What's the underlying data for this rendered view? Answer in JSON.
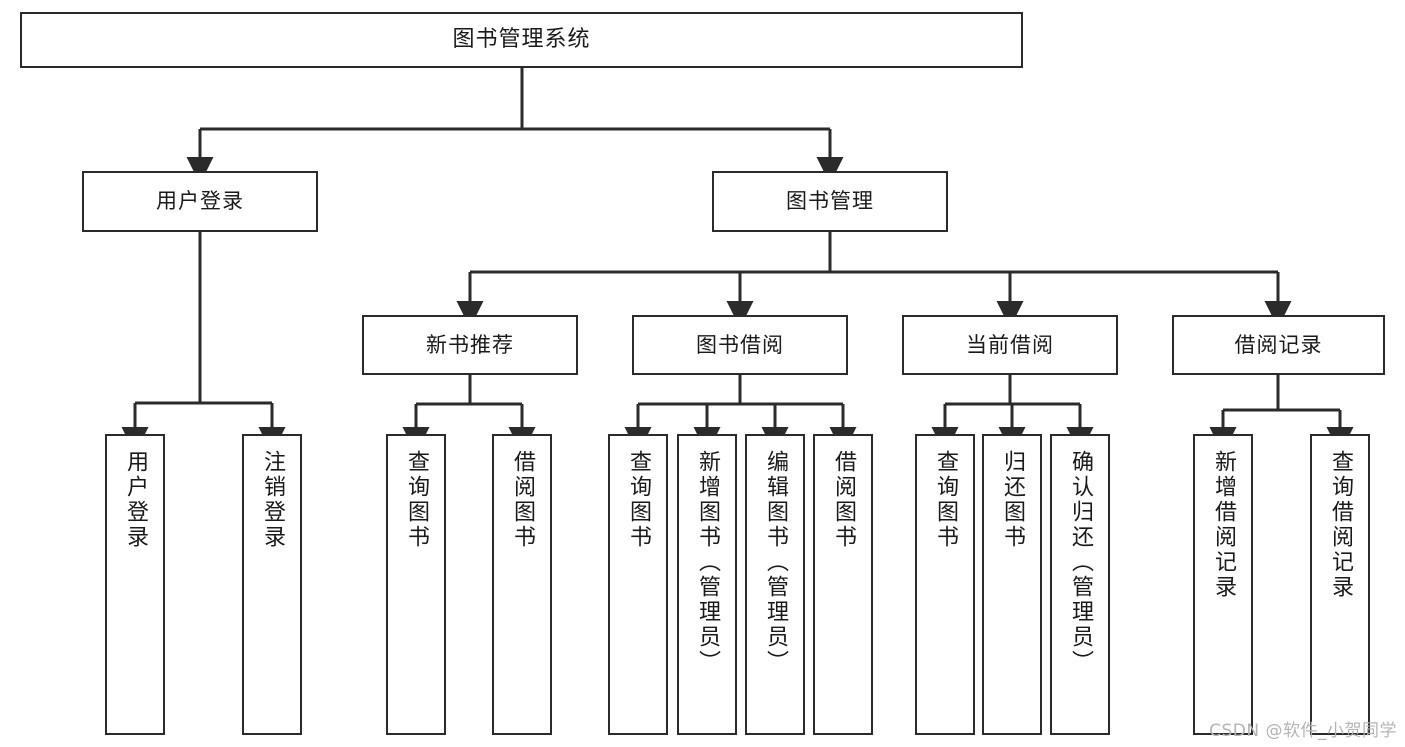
{
  "diagram": {
    "title": "图书管理系统",
    "watermark": "CSDN @软件_小贺同学",
    "stroke_color": "#2b2b2b",
    "fill_color": "#ffffff",
    "text_color": "#1a1a1a",
    "watermark_color": "#b4b4b4"
  },
  "nodes": {
    "root": {
      "label": "图书管理系统"
    },
    "level2": [
      {
        "label": "用户登录"
      },
      {
        "label": "图书管理"
      }
    ],
    "level3": [
      {
        "label": "新书推荐"
      },
      {
        "label": "图书借阅"
      },
      {
        "label": "当前借阅"
      },
      {
        "label": "借阅记录"
      }
    ],
    "leaves": {
      "user_login": [
        {
          "label": "用户登录"
        },
        {
          "label": "注销登录"
        }
      ],
      "new_book_recommend": [
        {
          "label": "查询图书"
        },
        {
          "label": "借阅图书"
        }
      ],
      "book_borrow": [
        {
          "label": "查询图书"
        },
        {
          "label": "新增图书（管理员）"
        },
        {
          "label": "编辑图书（管理员）"
        },
        {
          "label": "借阅图书"
        }
      ],
      "current_borrow": [
        {
          "label": "查询图书"
        },
        {
          "label": "归还图书"
        },
        {
          "label": "确认归还（管理员）"
        }
      ],
      "borrow_record": [
        {
          "label": "新增借阅记录"
        },
        {
          "label": "查询借阅记录"
        }
      ]
    }
  }
}
